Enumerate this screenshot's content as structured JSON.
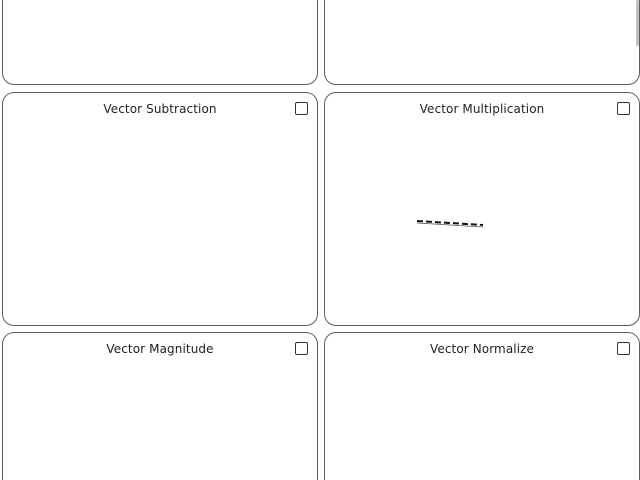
{
  "cards": [
    {
      "title": ""
    },
    {
      "title": ""
    },
    {
      "title": "Vector Subtraction",
      "checked": false
    },
    {
      "title": "Vector Multiplication",
      "checked": false
    },
    {
      "title": "Vector Magnitude",
      "checked": false
    },
    {
      "title": "Vector Normalize",
      "checked": false
    }
  ]
}
